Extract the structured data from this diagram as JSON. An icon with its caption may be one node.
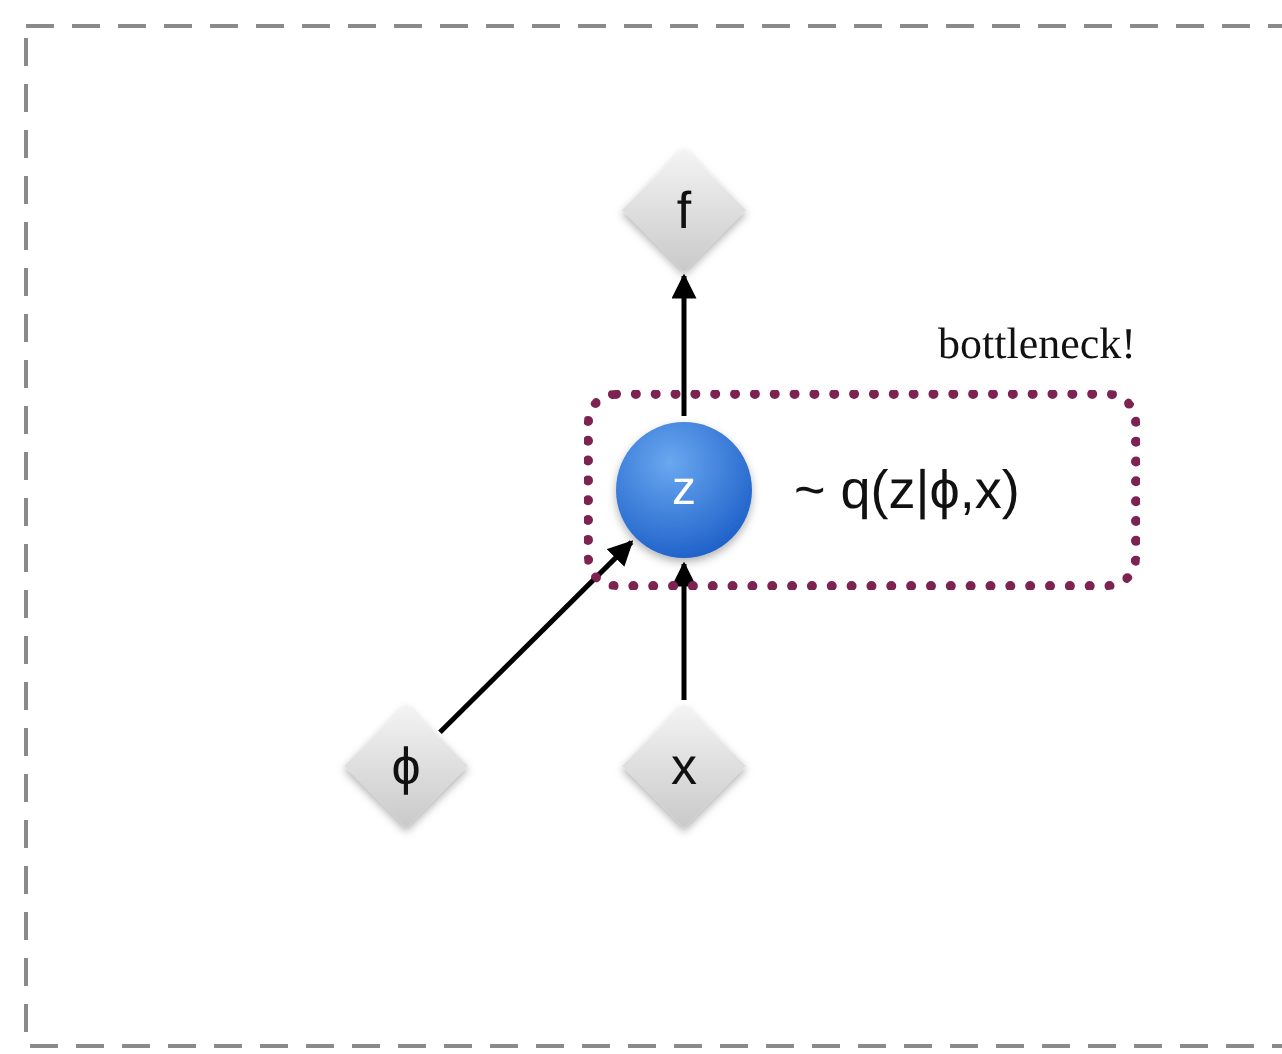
{
  "diagram": {
    "nodes": [
      {
        "text": [
          "f"
        ]
      },
      {
        "text": [
          "bottleneck!",
          "~ q(z|ϕ,x)"
        ]
      },
      {
        "text": [
          "z"
        ],
        "in": 1
      },
      {
        "text": [
          "ϕ"
        ]
      },
      {
        "text": [
          "x"
        ]
      }
    ],
    "edges": [
      {
        "from": 2,
        "to": 0,
        "arrow": "to"
      },
      {
        "from": 3,
        "to": 2,
        "arrow": "to"
      },
      {
        "from": 4,
        "to": 2,
        "arrow": "to"
      }
    ]
  }
}
